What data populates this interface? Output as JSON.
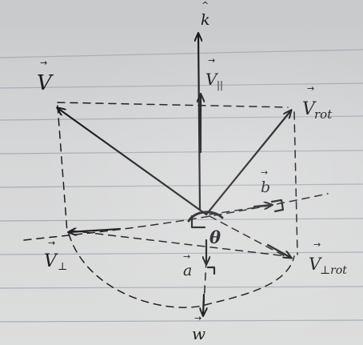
{
  "diagram": {
    "labels": {
      "k": "k",
      "v_parallel": "V",
      "v_parallel_sub": "||",
      "v": "V",
      "v_rot": "V",
      "v_rot_sub": "rot",
      "b": "b",
      "theta": "θ",
      "v_perp": "V",
      "v_perp_sub": "⊥",
      "v_perp_rot": "V",
      "v_perp_rot_sub": "⊥rot",
      "a": "a",
      "w": "w"
    },
    "colors": {
      "ink": "#1a1a1d",
      "rule": "#a7aeb8",
      "paper": "#d6d7d8"
    }
  }
}
